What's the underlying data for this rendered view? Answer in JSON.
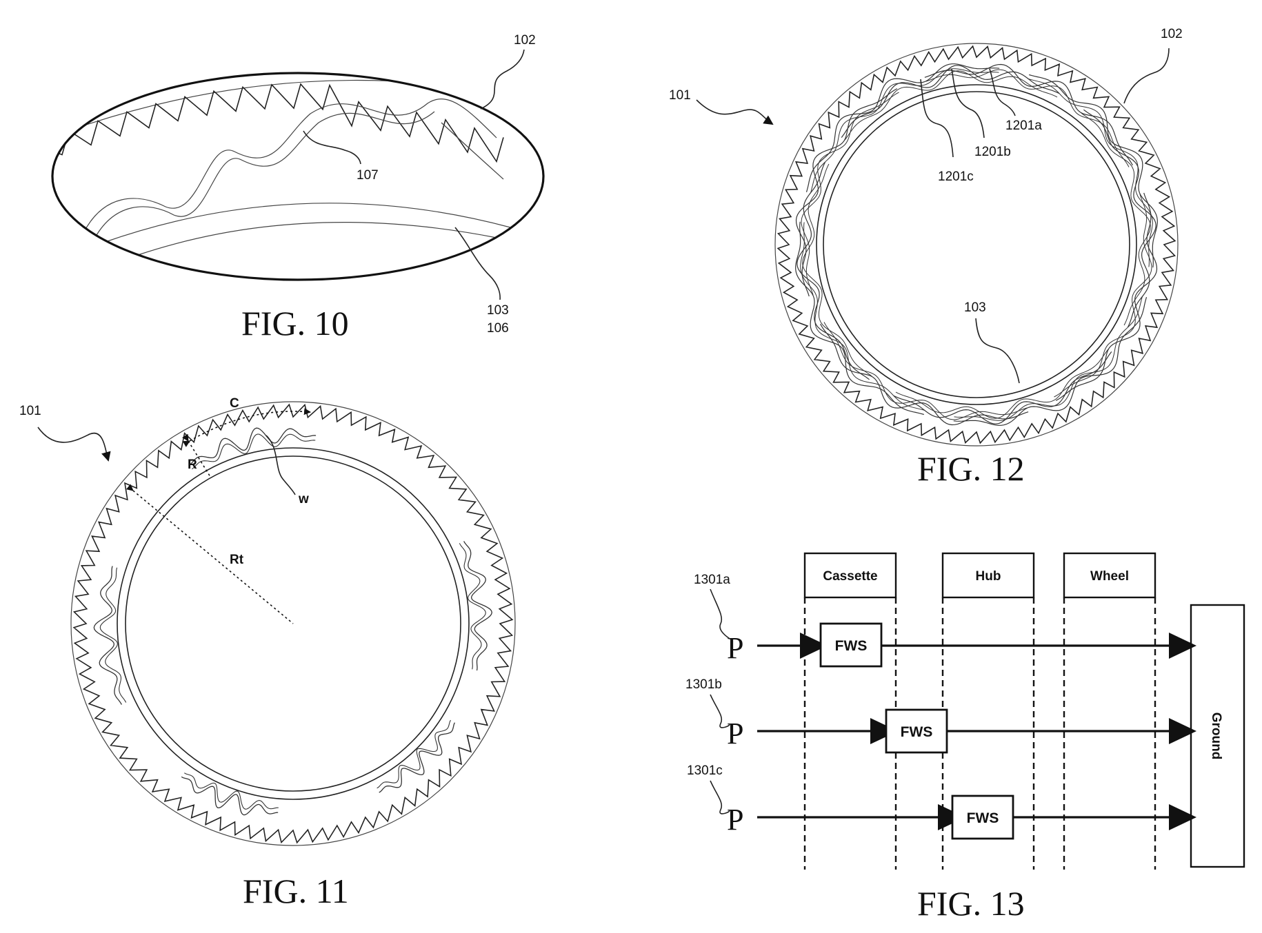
{
  "fig10": {
    "caption": "FIG. 10",
    "ref_102": "102",
    "ref_107": "107",
    "ref_103": "103",
    "ref_106": "106"
  },
  "fig11": {
    "caption": "FIG. 11",
    "ref_101": "101",
    "dim_c": "C",
    "dim_r": "R",
    "dim_w": "w",
    "dim_rt": "Rt"
  },
  "fig12": {
    "caption": "FIG. 12",
    "ref_101": "101",
    "ref_102": "102",
    "ref_1201a": "1201a",
    "ref_1201b": "1201b",
    "ref_1201c": "1201c",
    "ref_103": "103"
  },
  "fig13": {
    "caption": "FIG. 13",
    "columns": [
      "Cassette",
      "Hub",
      "Wheel"
    ],
    "ground": "Ground",
    "rows": [
      {
        "ref": "1301a",
        "input": "P",
        "box": "FWS"
      },
      {
        "ref": "1301b",
        "input": "P",
        "box": "FWS"
      },
      {
        "ref": "1301c",
        "input": "P",
        "box": "FWS"
      }
    ]
  }
}
